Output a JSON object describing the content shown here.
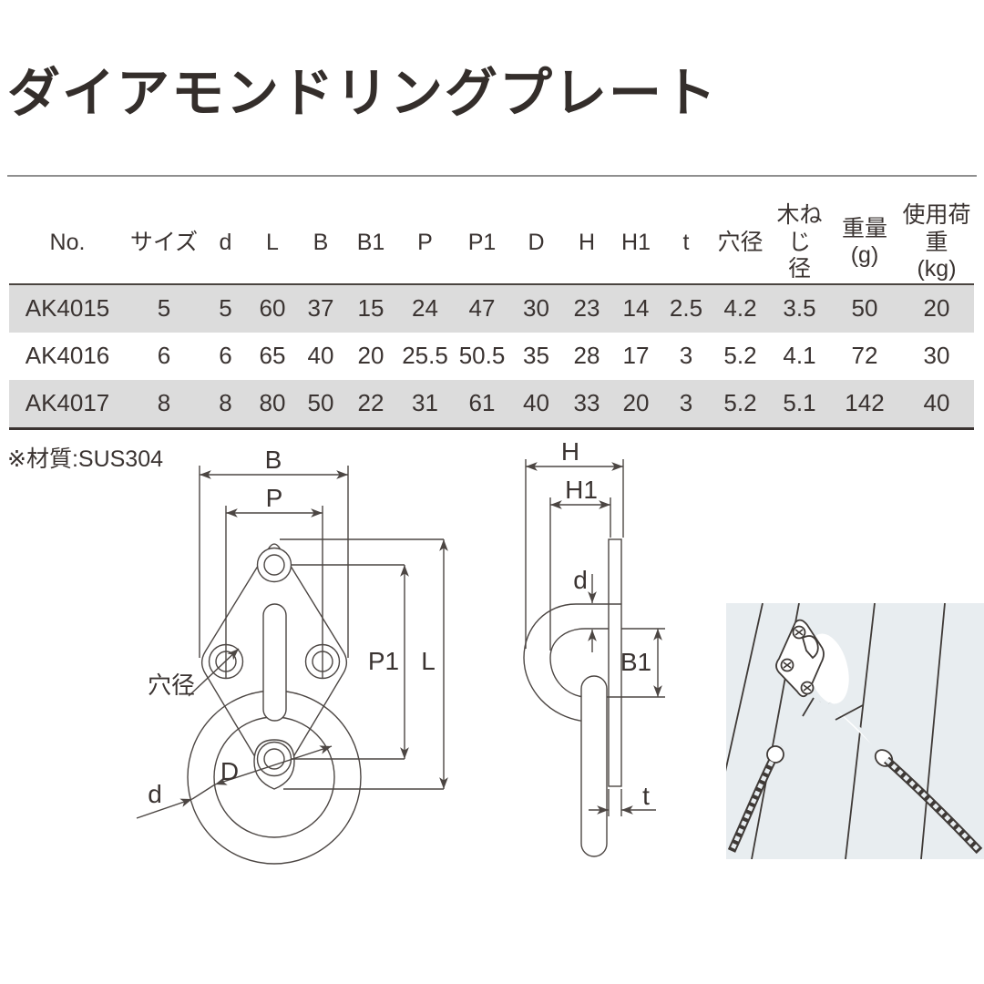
{
  "page": {
    "title": "ダイアモンドリングプレート",
    "material_note": "※材質:SUS304"
  },
  "table": {
    "columns": [
      "No.",
      "サイズ",
      "d",
      "L",
      "B",
      "B1",
      "P",
      "P1",
      "D",
      "H",
      "H1",
      "t",
      "穴径",
      "木ねじ\n径",
      "重量\n(g)",
      "使用荷重\n(kg)"
    ],
    "rows": [
      [
        "AK4015",
        "5",
        "5",
        "60",
        "37",
        "15",
        "24",
        "47",
        "30",
        "23",
        "14",
        "2.5",
        "4.2",
        "3.5",
        "50",
        "20"
      ],
      [
        "AK4016",
        "6",
        "6",
        "65",
        "40",
        "20",
        "25.5",
        "50.5",
        "35",
        "28",
        "17",
        "3",
        "5.2",
        "4.1",
        "72",
        "30"
      ],
      [
        "AK4017",
        "8",
        "8",
        "80",
        "50",
        "22",
        "31",
        "61",
        "40",
        "33",
        "20",
        "3",
        "5.2",
        "5.1",
        "142",
        "40"
      ]
    ]
  },
  "drawings": {
    "front": {
      "B": "B",
      "P": "P",
      "P1": "P1",
      "L": "L",
      "D": "D",
      "d": "d",
      "hole_label": "穴径"
    },
    "side": {
      "H": "H",
      "H1": "H1",
      "d": "d",
      "B1": "B1",
      "t": "t"
    }
  },
  "colors": {
    "ink": "#3a3331",
    "drawing_line": "#4c4643",
    "row_shade": "#dcdcdc",
    "illustration_bg": "#e8edf0"
  }
}
